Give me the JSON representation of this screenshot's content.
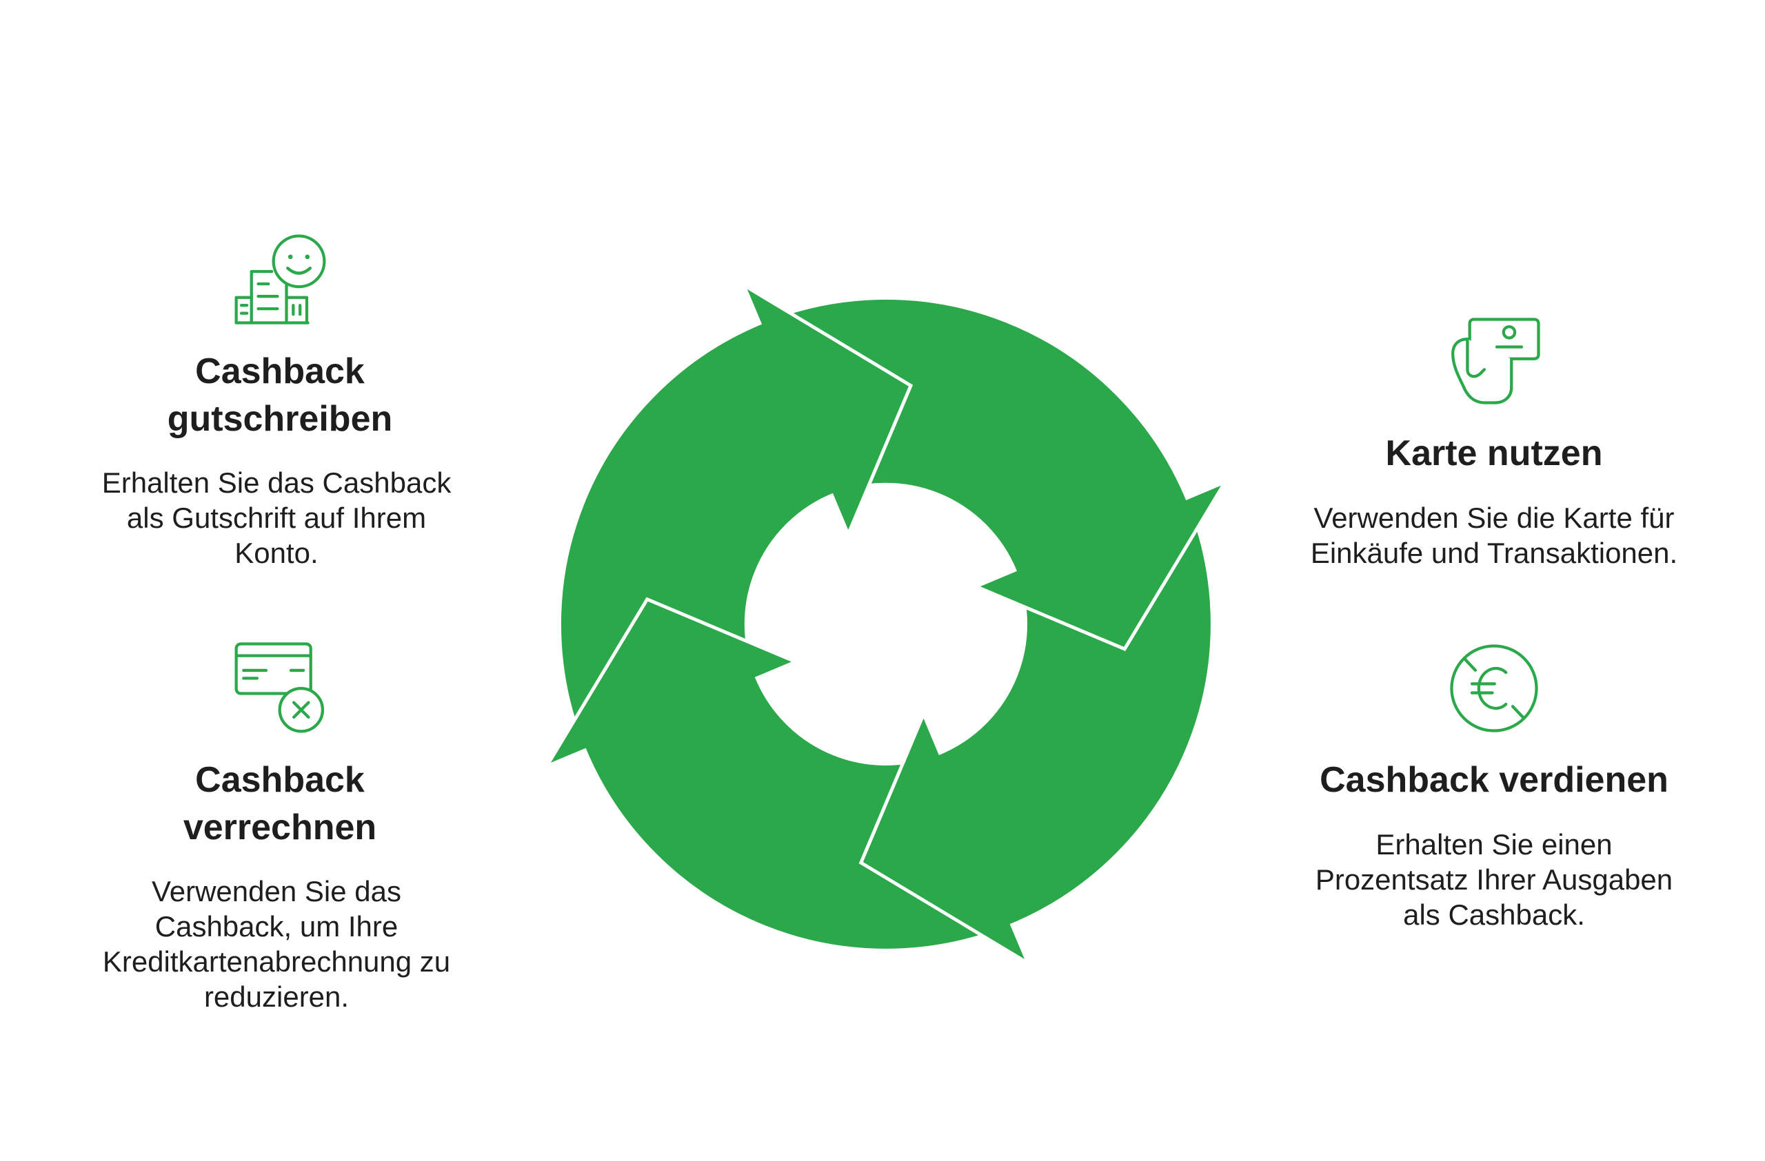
{
  "diagram": {
    "type": "cycle",
    "accent_color": "#2ba84a",
    "text_color": "#1e1e1e",
    "background_color": "#ffffff"
  },
  "steps": [
    {
      "title": "Karte nutzen",
      "description": "Verwenden Sie die Karte für\nEinkäufe und Transaktionen.",
      "icon": "hand-card-icon"
    },
    {
      "title": "Cashback verdienen",
      "description": "Erhalten Sie einen\nProzentsatz Ihrer Ausgaben\nals Cashback.",
      "icon": "euro-circle-icon"
    },
    {
      "title": "Cashback\ngutschreiben",
      "description": "Erhalten Sie das Cashback\nals Gutschrift auf Ihrem\nKonto.",
      "icon": "building-smile-icon"
    },
    {
      "title": "Cashback\nverrechnen",
      "description": "Verwenden Sie das\nCashback, um Ihre\nKreditkartenabrechnung zu\nreduzieren.",
      "icon": "card-cancel-icon"
    }
  ]
}
